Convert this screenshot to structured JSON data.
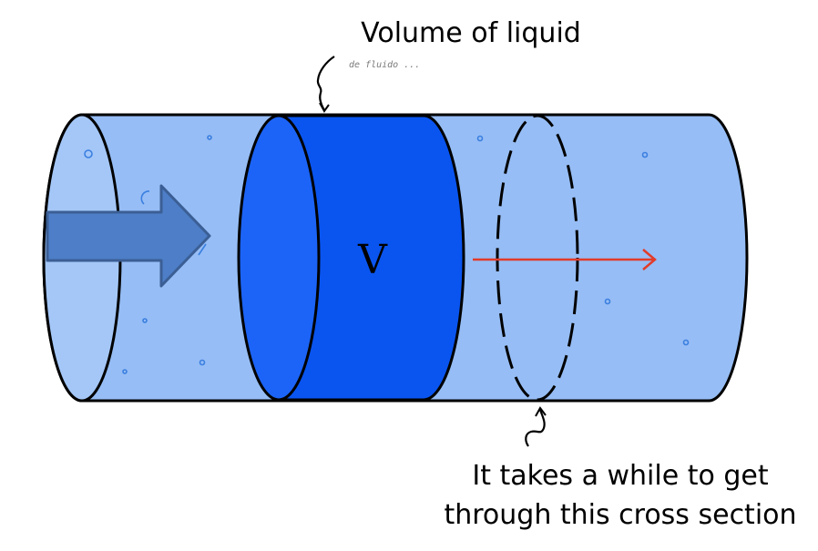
{
  "labels": {
    "top": "Volume of liquid",
    "handwritten_note": "de fluido ...",
    "volume_symbol": "V",
    "bottom_line1": "It takes a while to get",
    "bottom_line2": "through this cross section"
  },
  "colors": {
    "pipe_fill": "#96bdf5",
    "pipe_stroke": "#000000",
    "volume_fill": "#0a55f0",
    "volume_face": "#1c64f7",
    "flow_arrow": "#4d7ec7",
    "flow_arrow_stroke": "#3b5f95",
    "velocity_arrow": "#e23b2a",
    "bubbles": "#3a7fe0"
  },
  "icons": {
    "flow_arrow": "right-block-arrow",
    "velocity_arrow": "right-line-arrow",
    "pointer_top": "squiggle-pointer",
    "pointer_bottom": "squiggle-pointer"
  }
}
